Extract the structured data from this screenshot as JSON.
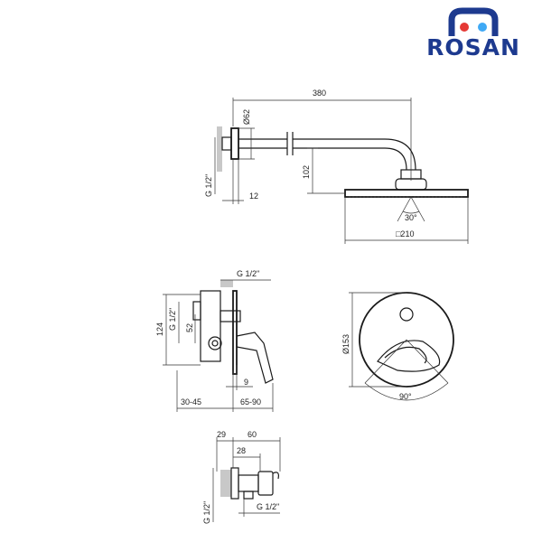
{
  "brand": {
    "name": "ROSAN",
    "colors": {
      "blue": "#1d3a8f",
      "red": "#e53935",
      "light_blue": "#3fa9f5"
    }
  },
  "shower_arm": {
    "length": "380",
    "flange_diameter": "Ø62",
    "drop": "102",
    "thread": "G 1/2\"",
    "flange_offset": "12",
    "spray_angle": "30°",
    "head_size": "□210"
  },
  "mixer_side": {
    "outlet_thread": "G 1/2\"",
    "inlet_thread": "G 1/2\"",
    "height": "124",
    "center_offset": "52",
    "handle_offset": "9",
    "wall_depth": "30-45",
    "projection": "65-90"
  },
  "mixer_front": {
    "plate_diameter": "Ø153",
    "rotation": "90°"
  },
  "elbow": {
    "total": "60",
    "offset_a": "29",
    "offset_b": "28",
    "thread_left": "G 1/2\"",
    "thread_bottom": "G 1/2\""
  }
}
